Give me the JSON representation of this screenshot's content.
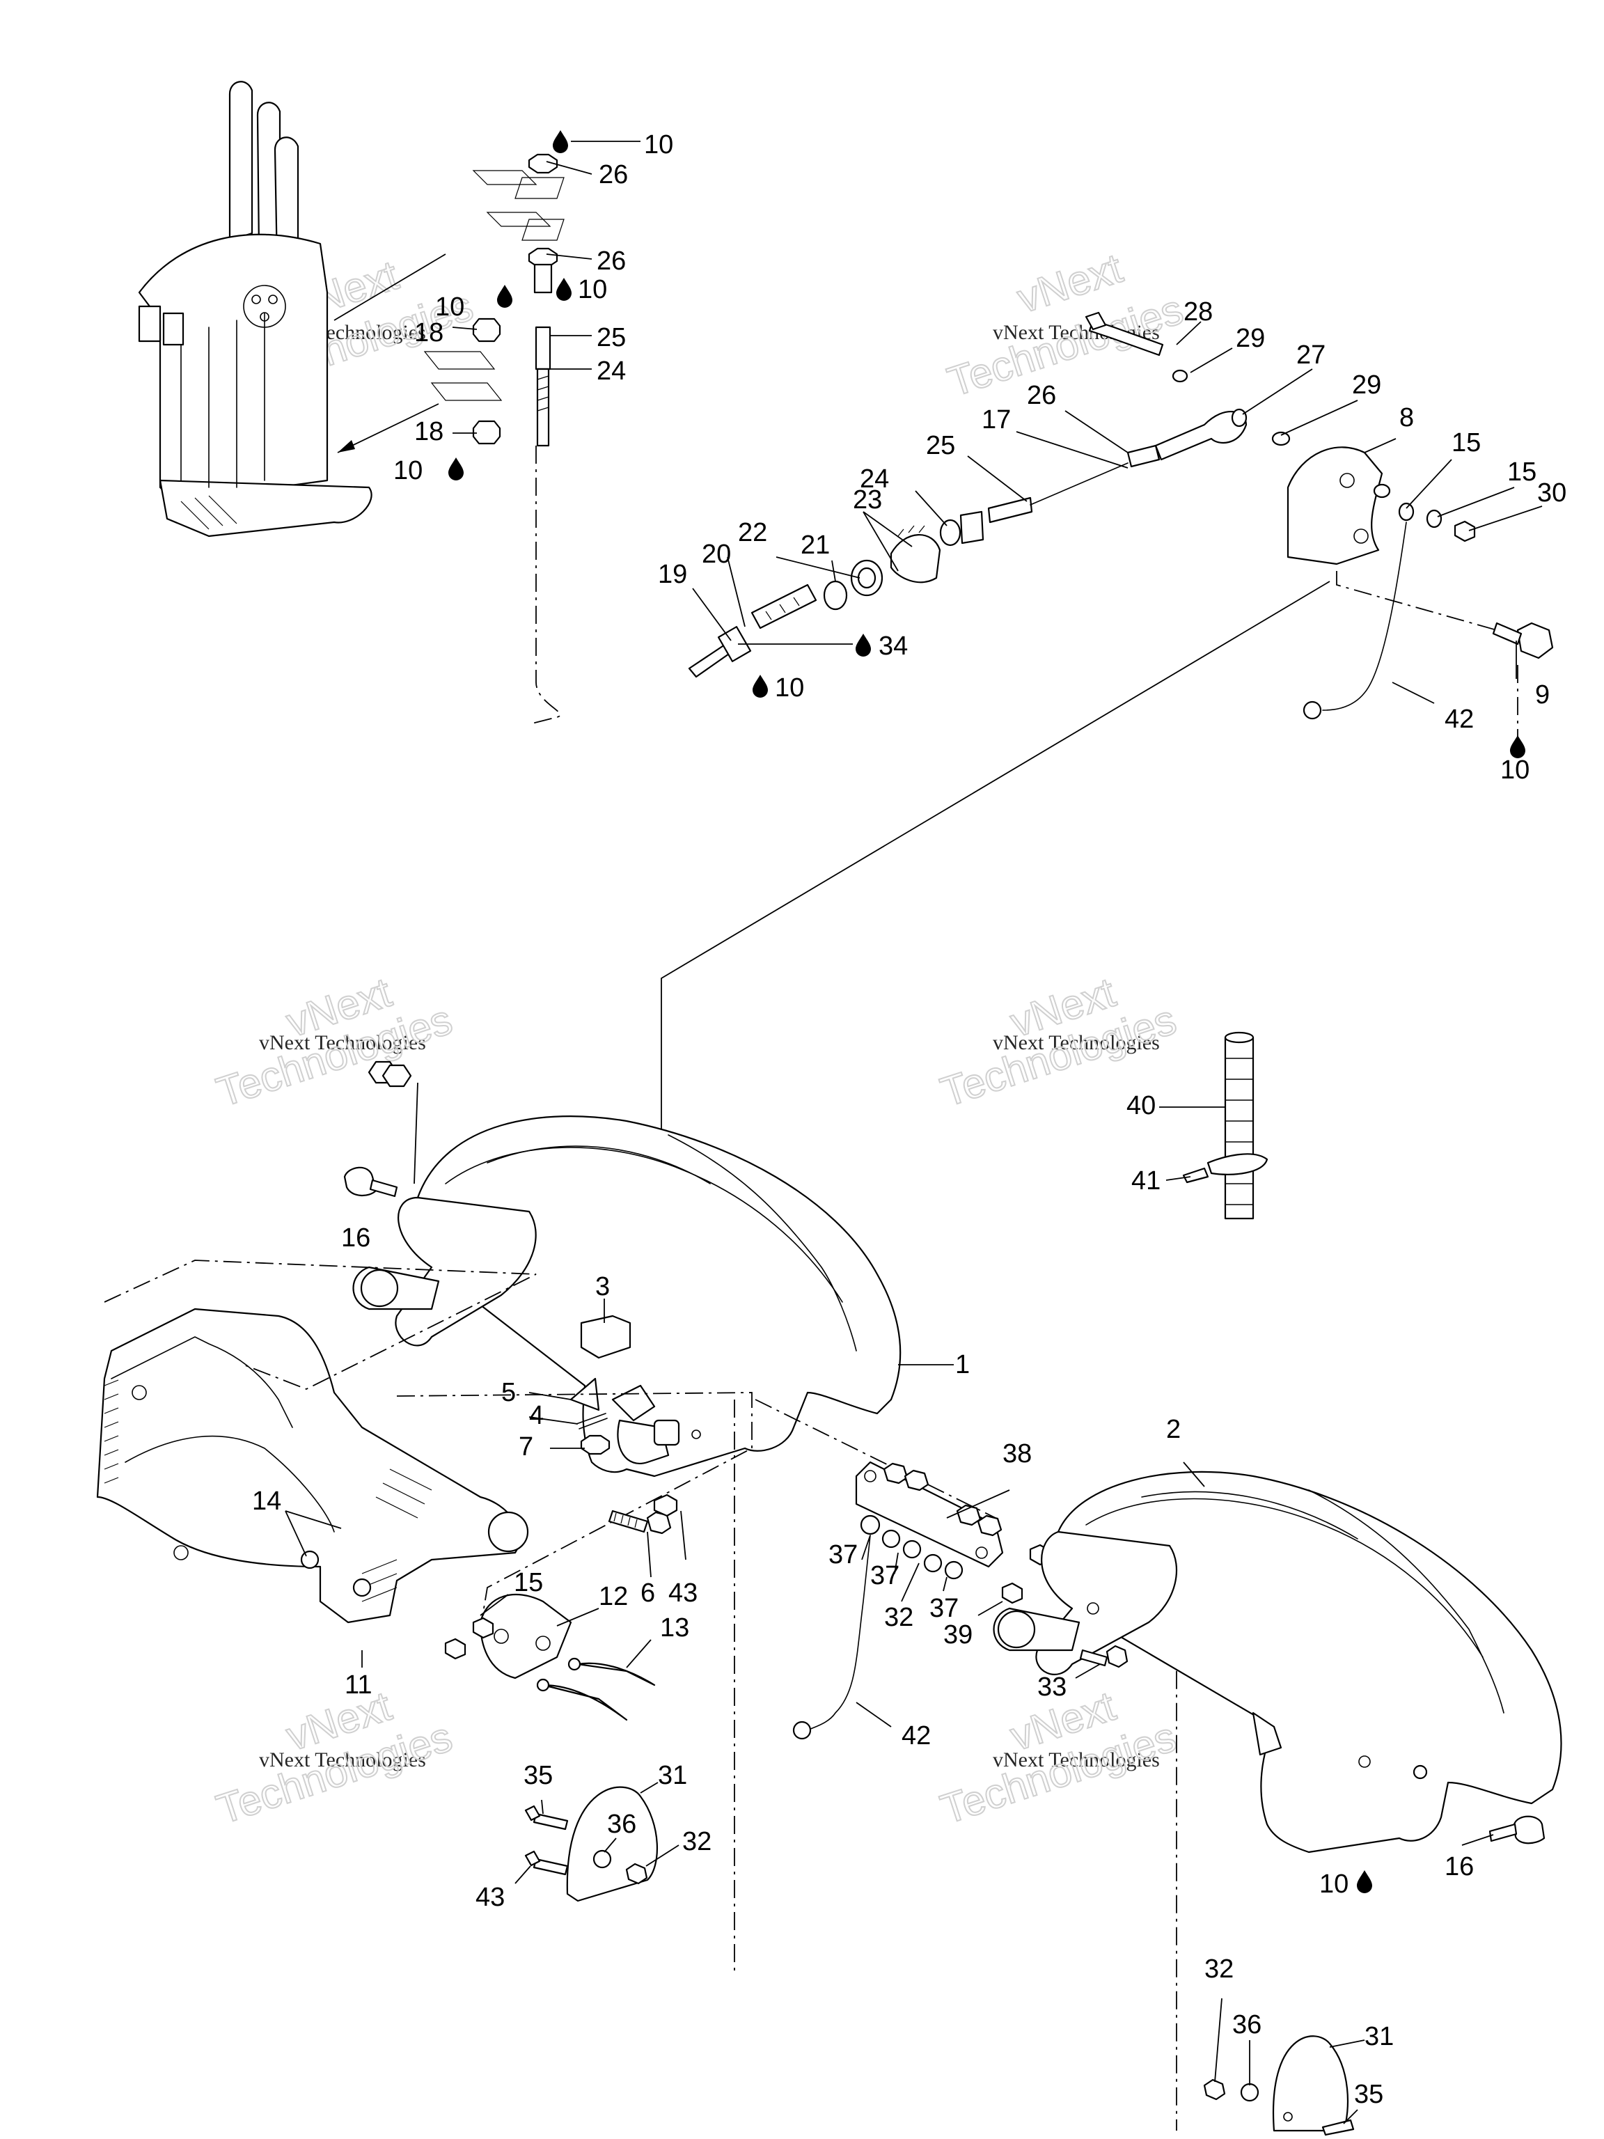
{
  "watermark": {
    "brand": "vNext",
    "line1": "vNext Technologies",
    "line2": "Technologies"
  },
  "callouts": {
    "c10a": "10",
    "c26a": "26",
    "c26b": "26",
    "c10b": "10",
    "c10c": "10",
    "c18a": "18",
    "c25a": "25",
    "c24a": "24",
    "c18b": "18",
    "c10d": "10",
    "c28": "28",
    "c29a": "29",
    "c27": "27",
    "c29b": "29",
    "c26c": "26",
    "c17": "17",
    "c25b": "25",
    "c8": "8",
    "c15a": "15",
    "c15b": "15",
    "c30": "30",
    "c24b": "24",
    "c23": "23",
    "c22": "22",
    "c21": "21",
    "c20": "20",
    "c19": "19",
    "c34": "34",
    "c10e": "10",
    "c9": "9",
    "c10f": "10",
    "c42a": "42",
    "c40": "40",
    "c41": "41",
    "c16a": "16",
    "c3": "3",
    "c1": "1",
    "c5": "5",
    "c4": "4",
    "c7": "7",
    "c38": "38",
    "c2": "2",
    "c14": "14",
    "c6": "6",
    "c43a": "43",
    "c37a": "37",
    "c37b": "37",
    "c37c": "37",
    "c32a": "32",
    "c39": "39",
    "c15c": "15",
    "c12": "12",
    "c13": "13",
    "c11": "11",
    "c33": "33",
    "c42b": "42",
    "c35a": "35",
    "c31a": "31",
    "c36a": "36",
    "c32b": "32",
    "c43b": "43",
    "c10g": "10",
    "c16b": "16",
    "c32c": "32",
    "c36b": "36",
    "c31b": "31",
    "c35b": "35"
  }
}
